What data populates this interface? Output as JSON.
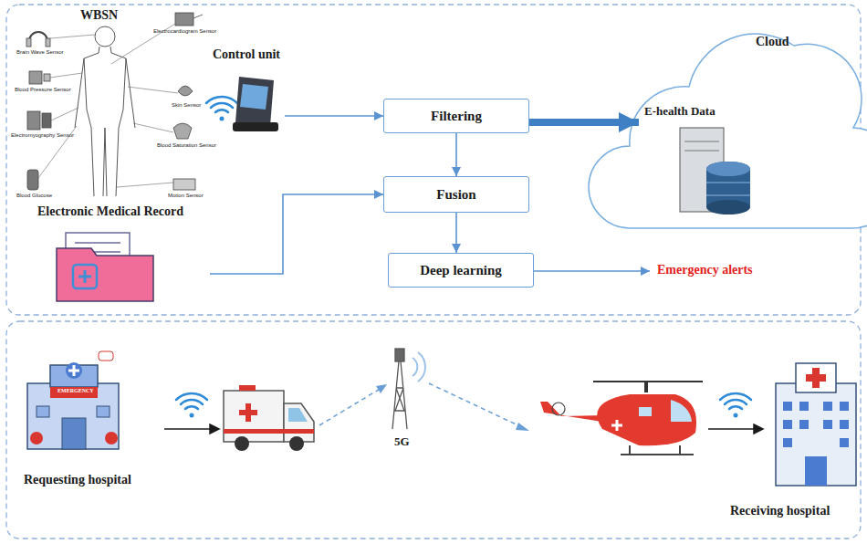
{
  "diagram": {
    "nodes": [
      {
        "text": [
          "Control unit"
        ]
      },
      {
        "text": [
          "Filtering"
        ]
      },
      {
        "text": [
          "Fusion"
        ]
      },
      {
        "text": [
          "Deep learning"
        ]
      },
      {
        "text": [
          "Electronic Medical Record"
        ]
      },
      {
        "text": [
          "Cloud",
          "E-health Data"
        ]
      },
      {
        "text": [
          "Emergency alerts"
        ]
      }
    ],
    "edges": [
      {
        "from": 0,
        "to": 1,
        "arrow": "to"
      },
      {
        "from": 1,
        "to": 2,
        "arrow": "to"
      },
      {
        "from": 4,
        "to": 2,
        "arrow": "to"
      },
      {
        "from": 2,
        "to": 5,
        "arrow": "to"
      },
      {
        "from": 2,
        "to": 3,
        "arrow": "to"
      },
      {
        "from": 3,
        "to": 6,
        "arrow": "to"
      }
    ],
    "labels": [
      "WBSN",
      "Brain Wave Sensor",
      "Blood Pressure Sensor",
      "Electromyography Sensor",
      "Blood Glucose",
      "Electrocardiogram Sensor",
      "Skin Sensor",
      "Blood Saturation Sensor",
      "Motion Sensor",
      "EMERGENCY",
      "5G",
      "Requesting hospital",
      "Receiving hospital"
    ]
  }
}
